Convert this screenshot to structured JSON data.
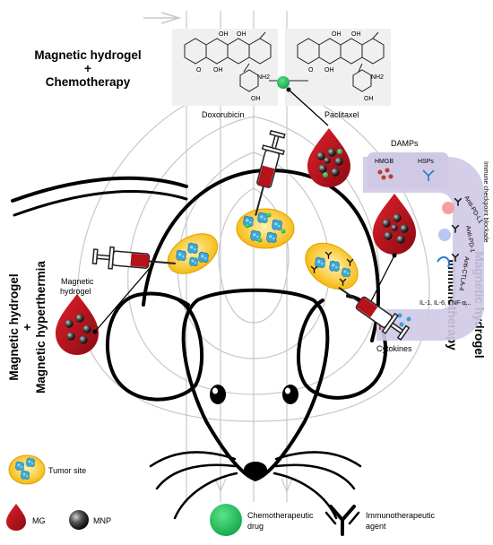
{
  "headings": {
    "chemo_line1": "Magnetic hydrogel",
    "chemo_plus": "+",
    "chemo_line2": "Chemotherapy",
    "hyper_line1": "Magnetic hydrogel",
    "hyper_plus": "+",
    "hyper_line2": "Magnetic hyperthermia",
    "immuno_line1": "Magnetic hydrogel",
    "immuno_plus": "+",
    "immuno_line2": "Immunotherapy"
  },
  "labels": {
    "doxorubicin": "Doxorubicin",
    "paclitaxel": "Paclitaxel",
    "magnetic_hydrogel_1": "Magnetic",
    "magnetic_hydrogel_2": "hydrogel",
    "damps": "DAMPs",
    "hmgb": "HMGB",
    "hsps": "HSPs",
    "cytokines": "Cytokines",
    "immune_checkpoint": "Immune checkpoint blockade",
    "anti_pdl1": "Anti-PD-L1",
    "anti_pd1": "Anti-PD-1",
    "anti_ctla4": "Anti-CTLA-4",
    "cytokine_list": "IL-1, IL-6, TNF-α..."
  },
  "molecule_text": {
    "oh": "OH",
    "o": "O",
    "nh2": "NH2"
  },
  "legend": {
    "tumor_site": "Tumor site",
    "mg": "MG",
    "mnp": "MNP",
    "drug_1": "Chemotherapeutic",
    "drug_2": "drug",
    "agent_1": "Immunotherapeutic",
    "agent_2": "agent"
  },
  "colors": {
    "hydrogel_red": "#b5121b",
    "hydrogel_dark": "#7a0a10",
    "drug_green": "#1db954",
    "tumor_orange": "#f5b400",
    "tumor_blue": "#39a9d8",
    "immune_purple": "#c9c3e3",
    "field_gray": "#bdbdbd"
  }
}
